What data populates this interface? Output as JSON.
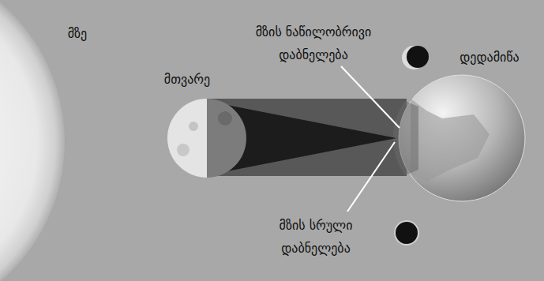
{
  "diagram": {
    "labels": [
      "მზე",
      "მთვარე",
      "მზის ნაწილობრივი დაბნელება",
      "დედამიწა",
      "მზის სრული დაბნელება"
    ]
  }
}
